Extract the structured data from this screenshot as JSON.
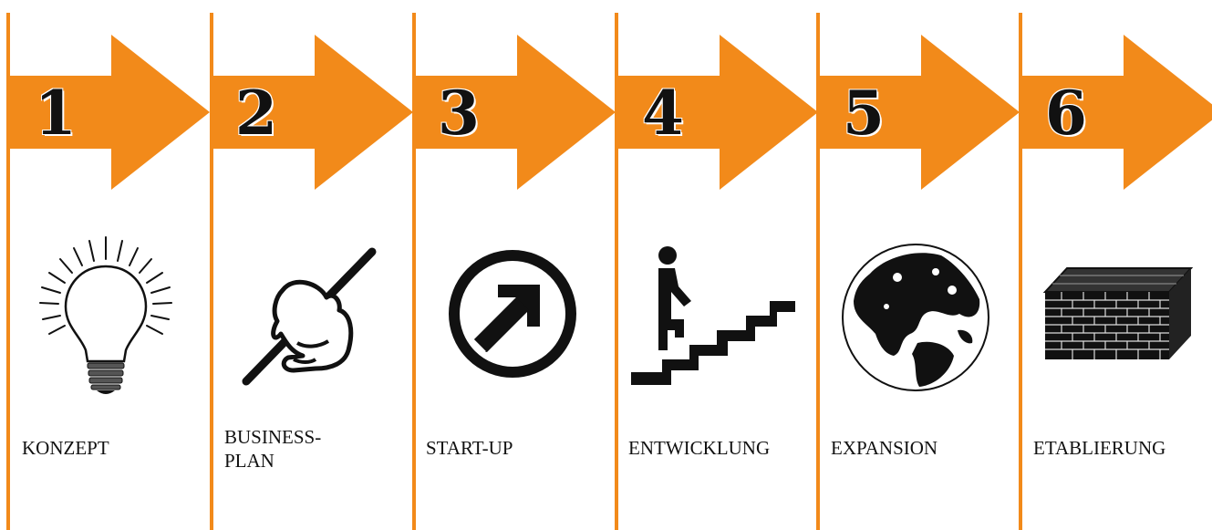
{
  "colors": {
    "orange": "#f28a1a",
    "ink": "#111111"
  },
  "steps": [
    {
      "number": "1",
      "label_lines": [
        "KONZEPT"
      ],
      "icon": "lightbulb-icon"
    },
    {
      "number": "2",
      "label_lines": [
        "BUSINESS-",
        "PLAN"
      ],
      "icon": "hand-writing-icon"
    },
    {
      "number": "3",
      "label_lines": [
        "START-UP"
      ],
      "icon": "up-right-arrow-circle-icon"
    },
    {
      "number": "4",
      "label_lines": [
        "ENTWICKLUNG"
      ],
      "icon": "person-climbing-stairs-icon"
    },
    {
      "number": "5",
      "label_lines": [
        "EXPANSION"
      ],
      "icon": "globe-icon"
    },
    {
      "number": "6",
      "label_lines": [
        "ETABLIERUNG"
      ],
      "icon": "brick-wall-icon"
    }
  ]
}
